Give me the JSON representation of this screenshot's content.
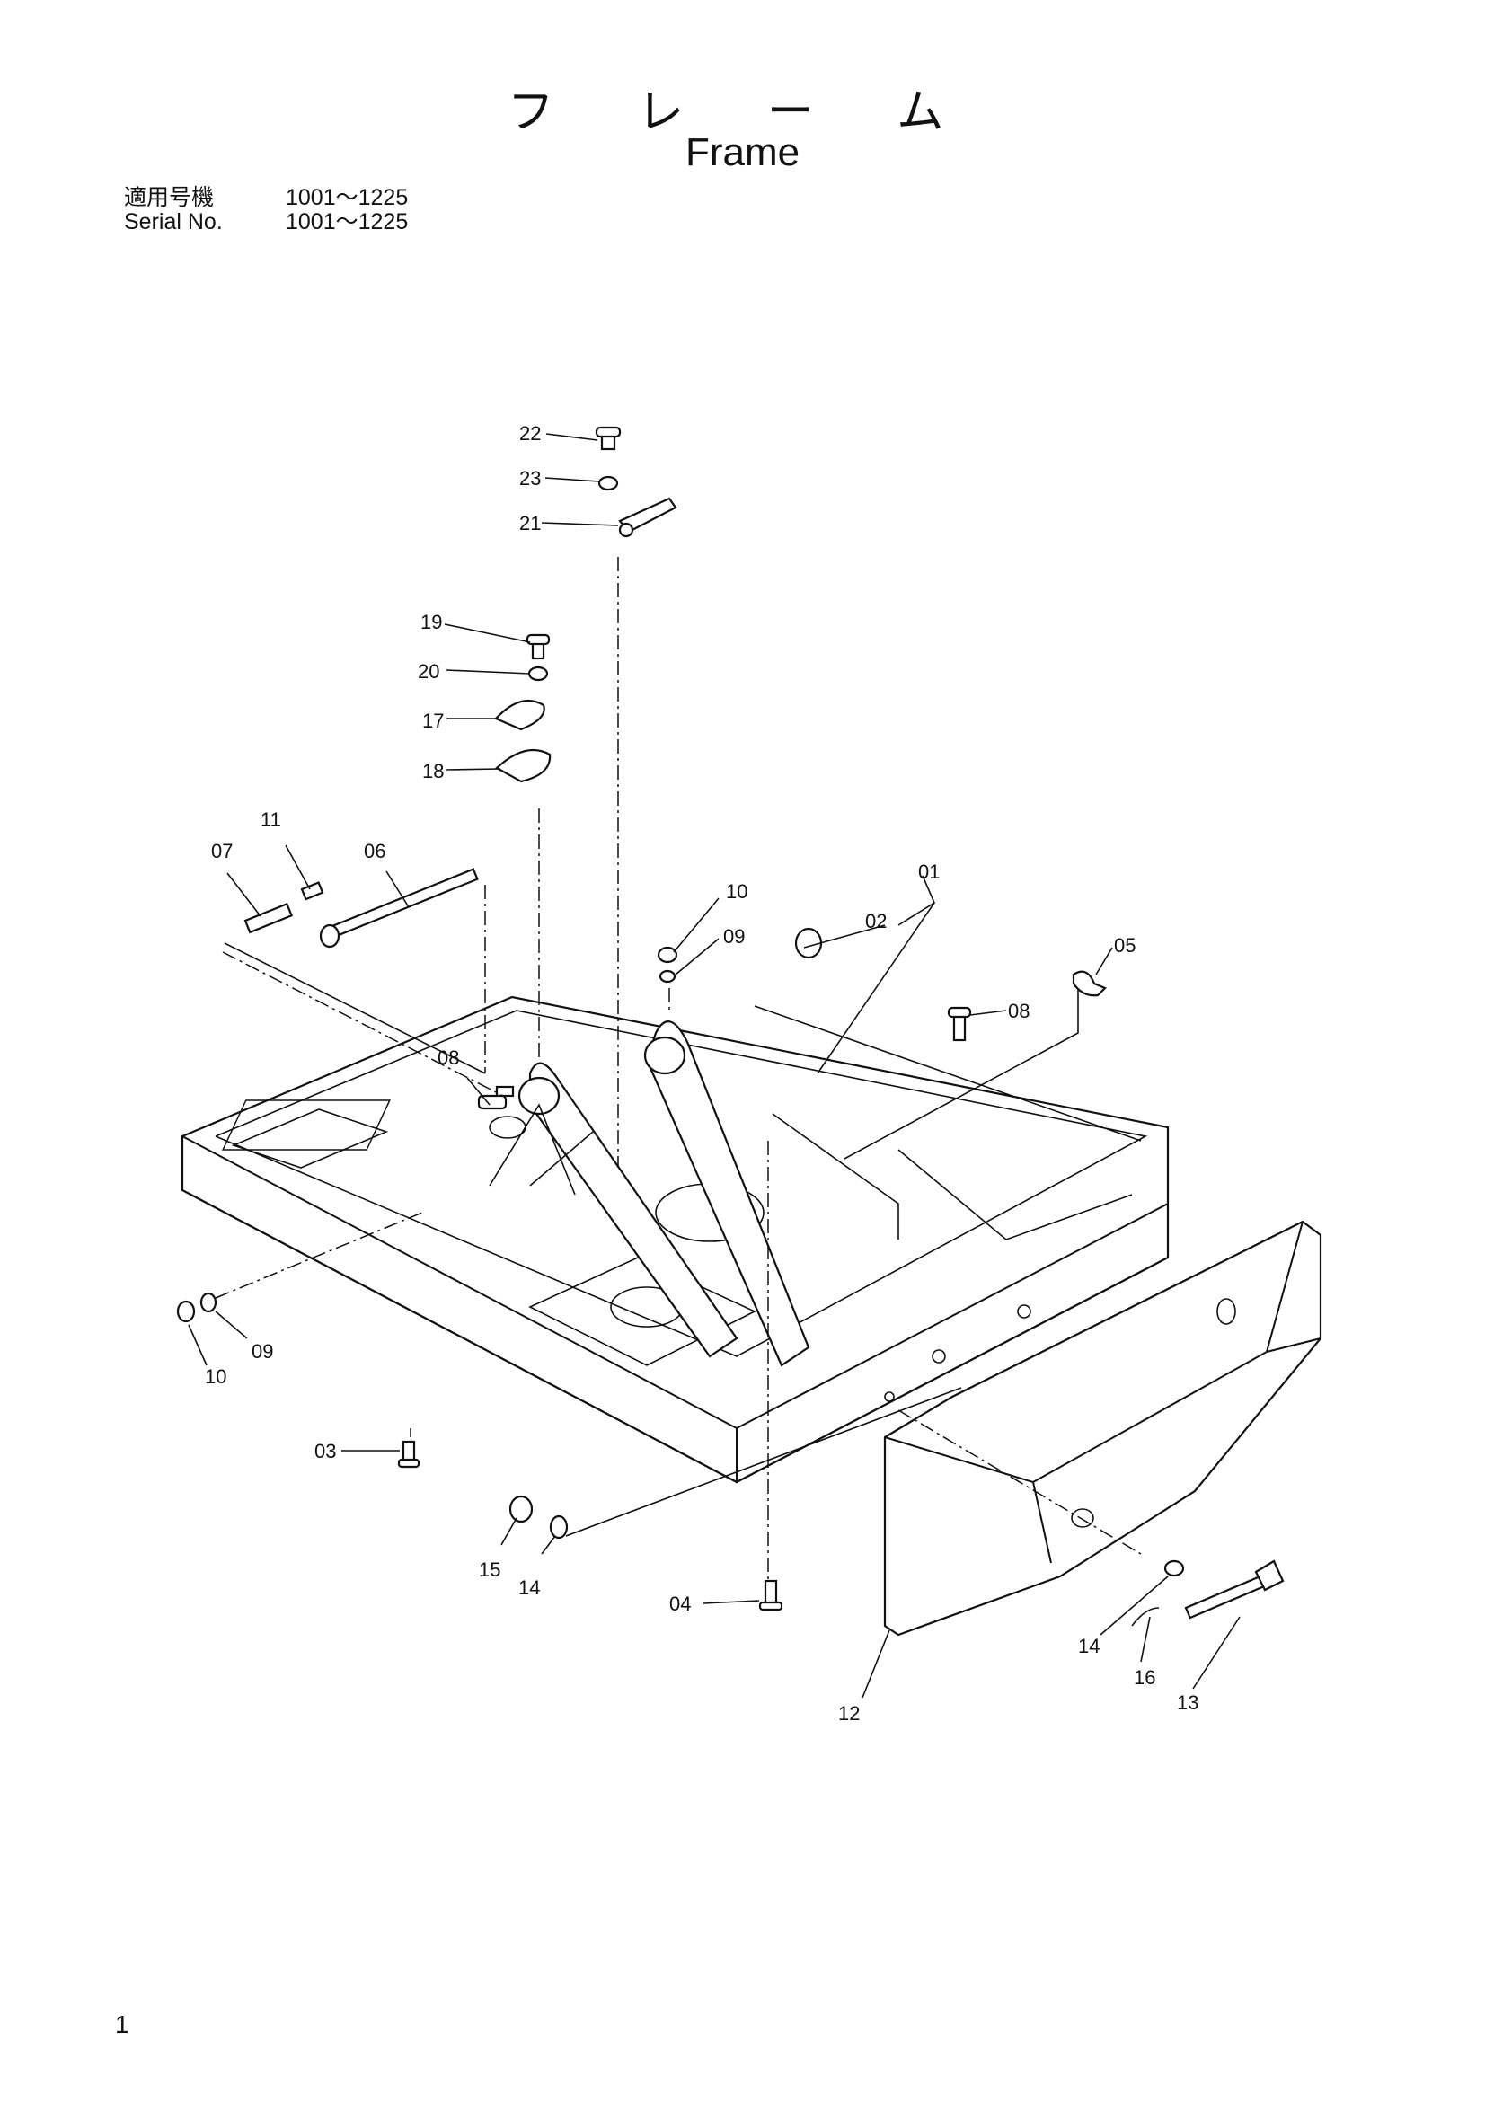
{
  "header": {
    "title_jp": "フ レ ー ム",
    "title_en": "Frame",
    "serial_rows": [
      {
        "label": "適用号機",
        "value": "1001～1225"
      },
      {
        "label": "Serial No.",
        "value": "1001～1225"
      }
    ]
  },
  "diagram": {
    "callouts": [
      "01",
      "02",
      "03",
      "04",
      "05",
      "06",
      "07",
      "08",
      "08",
      "09",
      "09",
      "10",
      "10",
      "11",
      "12",
      "13",
      "14",
      "14",
      "15",
      "16",
      "17",
      "18",
      "19",
      "20",
      "21",
      "22",
      "23"
    ]
  },
  "footer": {
    "page_number": "1"
  }
}
